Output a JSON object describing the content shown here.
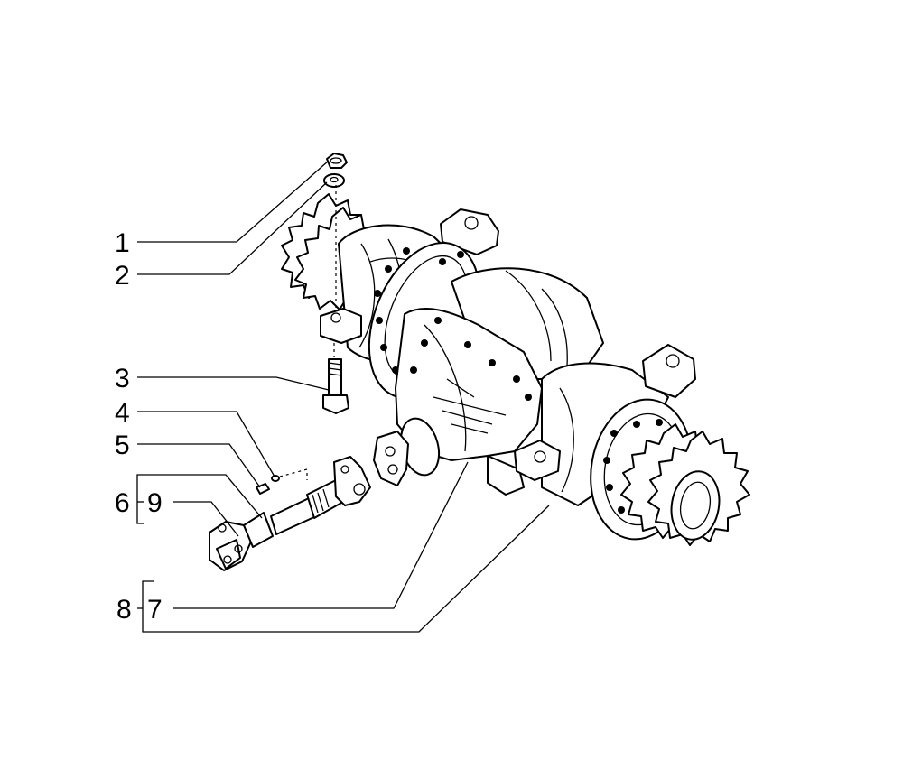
{
  "diagram": {
    "callouts": [
      {
        "id": "1",
        "label": "1"
      },
      {
        "id": "2",
        "label": "2"
      },
      {
        "id": "3",
        "label": "3"
      },
      {
        "id": "4",
        "label": "4"
      },
      {
        "id": "5",
        "label": "5"
      },
      {
        "id": "6",
        "label": "6"
      },
      {
        "id": "9",
        "label": "9"
      },
      {
        "id": "8",
        "label": "8"
      },
      {
        "id": "7",
        "label": "7"
      }
    ]
  }
}
